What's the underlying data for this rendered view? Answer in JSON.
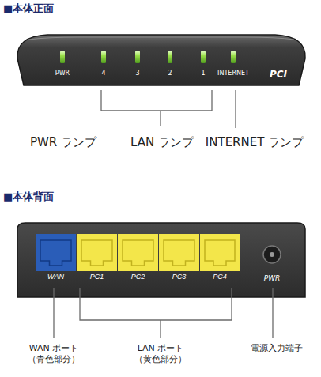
{
  "diagram": {
    "nodes": [
      {
        "text": [
          "WAN"
        ]
      },
      {
        "text": [
          "PC1"
        ]
      },
      {
        "text": [
          "PC2"
        ]
      },
      {
        "text": [
          "PC3"
        ]
      },
      {
        "text": [
          "PC4"
        ]
      }
    ],
    "labels": [
      "■本体正面",
      "PWR",
      "4",
      "3",
      "2",
      "1",
      "INTERNET",
      "PCI",
      "PWR ランプ",
      "LAN ランプ",
      "INTERNET ランプ",
      "■本体背面",
      "PWR",
      "WAN ポート （青色部分）",
      "LAN ポート （黄色部分）",
      "電源入力端子"
    ]
  }
}
